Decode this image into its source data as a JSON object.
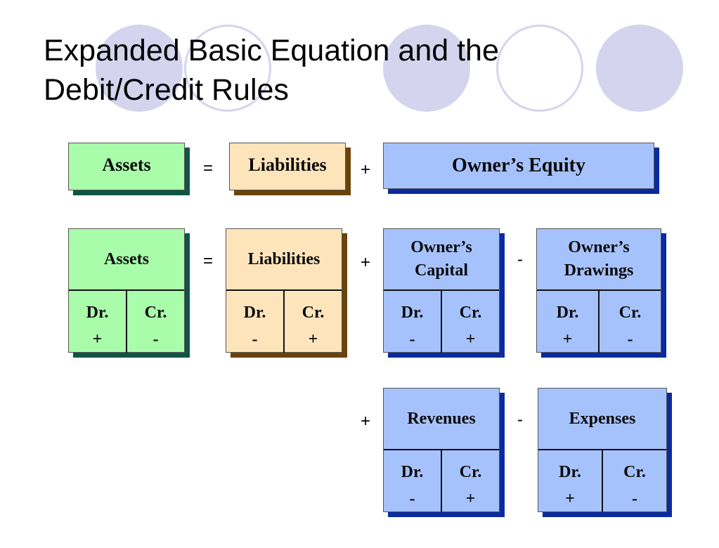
{
  "title": {
    "line1": "Expanded Basic Equation and the",
    "line2": "Debit/Credit Rules"
  },
  "basic_equation": {
    "assets": "Assets",
    "equals": "=",
    "liabilities": "Liabilities",
    "plus": "+",
    "owners_equity": "Owner’s Equity"
  },
  "expanded": {
    "equals": "=",
    "plus1": "+",
    "minus1": "-",
    "plus2": "+",
    "minus2": "-",
    "accounts": {
      "assets": {
        "head": "Assets",
        "dr": "Dr.",
        "dr_sign": "+",
        "cr": "Cr.",
        "cr_sign": "-"
      },
      "liabilities": {
        "head": "Liabilities",
        "dr": "Dr.",
        "dr_sign": "-",
        "cr": "Cr.",
        "cr_sign": "+"
      },
      "owners_capital": {
        "head_line1": "Owner’s",
        "head_line2": "Capital",
        "dr": "Dr.",
        "dr_sign": "-",
        "cr": "Cr.",
        "cr_sign": "+"
      },
      "owners_drawings": {
        "head_line1": "Owner’s",
        "head_line2": "Drawings",
        "dr": "Dr.",
        "dr_sign": "+",
        "cr": "Cr.",
        "cr_sign": "-"
      },
      "revenues": {
        "head": "Revenues",
        "dr": "Dr.",
        "dr_sign": "-",
        "cr": "Cr.",
        "cr_sign": "+"
      },
      "expenses": {
        "head": "Expenses",
        "dr": "Dr.",
        "dr_sign": "+",
        "cr": "Cr.",
        "cr_sign": "-"
      }
    }
  },
  "colors": {
    "assets": "#a9fca9",
    "liabilities": "#fde4bb",
    "equity": "#a6c2fd",
    "decoration": "#d4d4ee"
  }
}
